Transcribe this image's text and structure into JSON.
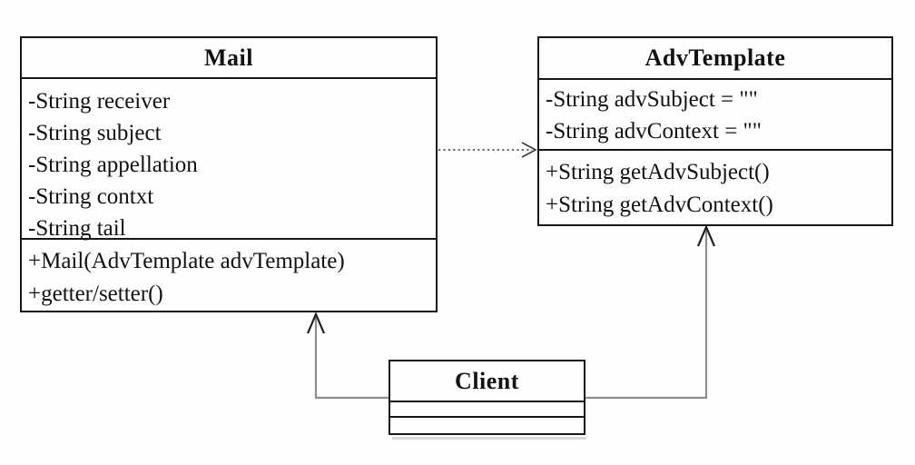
{
  "diagram": {
    "kind": "uml-class-diagram",
    "classes": {
      "mail": {
        "name": "Mail",
        "attributes": [
          "-String receiver",
          "-String subject",
          "-String appellation",
          "-String contxt",
          "-String tail"
        ],
        "methods": [
          "+Mail(AdvTemplate advTemplate)",
          "+getter/setter()"
        ]
      },
      "advtemplate": {
        "name": "AdvTemplate",
        "attributes": [
          "-String advSubject = \"\"",
          "-String advContext = \"\""
        ],
        "methods": [
          "+String getAdvSubject()",
          "+String getAdvContext()"
        ]
      },
      "client": {
        "name": "Client",
        "attributes": [],
        "methods": []
      }
    },
    "relationships": [
      {
        "type": "dependency",
        "from": "Mail",
        "to": "AdvTemplate",
        "line": "dotted",
        "arrowhead": "open"
      },
      {
        "type": "association",
        "from": "Client",
        "to": "Mail",
        "line": "solid",
        "arrowhead": "open"
      },
      {
        "type": "association",
        "from": "Client",
        "to": "AdvTemplate",
        "line": "solid",
        "arrowhead": "open"
      }
    ],
    "colors": {
      "background": "#fefefe",
      "box_border": "#171717",
      "text": "#111111",
      "connector_gray": "#8e8e8e",
      "arrowhead": "#1d1d1d",
      "dotted_line": "#3a3a3a"
    }
  }
}
